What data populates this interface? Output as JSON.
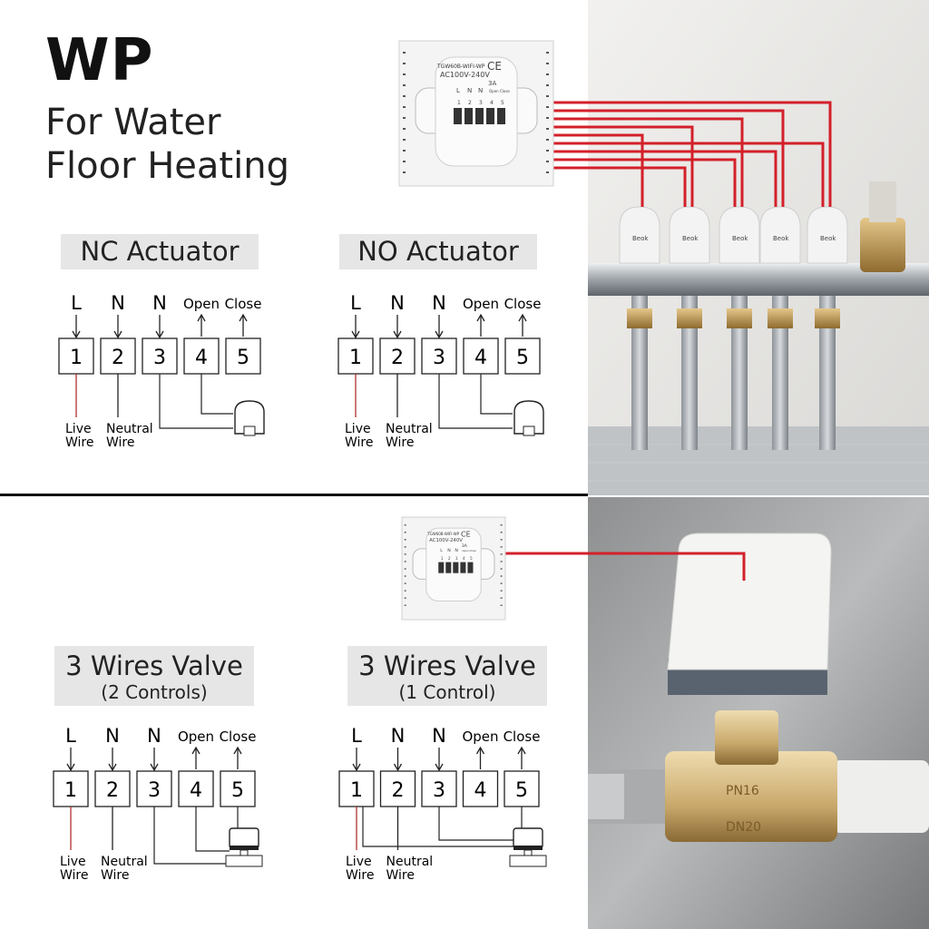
{
  "title": {
    "main": "WP",
    "line1": "For Water",
    "line2": "Floor Heating"
  },
  "thermostat": {
    "model": "TGW60B-WIFI-WP",
    "voltage": "AC100V-240V",
    "current": "3A",
    "terminal_marks": [
      "L",
      "N",
      "N",
      "Open",
      "Close"
    ],
    "terminal_numbers": [
      "1",
      "2",
      "3",
      "4",
      "5"
    ],
    "ce": "CE"
  },
  "actuator_brand": "Beok",
  "valve_marks": {
    "pressure": "PN16",
    "size": "DN20"
  },
  "diagrams": [
    {
      "title": "NC Actuator",
      "subtitle": "",
      "device": "actuator",
      "top_labels": [
        "L",
        "N",
        "N",
        "Open",
        "Close"
      ],
      "terminals": [
        "1",
        "2",
        "3",
        "4",
        "5"
      ],
      "bottom_labels": [
        [
          "Live",
          "Wire"
        ],
        [
          "Neutral",
          "Wire"
        ]
      ]
    },
    {
      "title": "NO Actuator",
      "subtitle": "",
      "device": "actuator",
      "top_labels": [
        "L",
        "N",
        "N",
        "Open",
        "Close"
      ],
      "terminals": [
        "1",
        "2",
        "3",
        "4",
        "5"
      ],
      "bottom_labels": [
        [
          "Live",
          "Wire"
        ],
        [
          "Neutral",
          "Wire"
        ]
      ]
    },
    {
      "title": "3 Wires Valve",
      "subtitle": "(2 Controls)",
      "device": "valve2",
      "top_labels": [
        "L",
        "N",
        "N",
        "Open",
        "Close"
      ],
      "terminals": [
        "1",
        "2",
        "3",
        "4",
        "5"
      ],
      "bottom_labels": [
        [
          "Live",
          "Wire"
        ],
        [
          "Neutral",
          "Wire"
        ]
      ]
    },
    {
      "title": "3 Wires Valve",
      "subtitle": "(1 Control)",
      "device": "valve1",
      "top_labels": [
        "L",
        "N",
        "N",
        "Open",
        "Close"
      ],
      "terminals": [
        "1",
        "2",
        "3",
        "4",
        "5"
      ],
      "bottom_labels": [
        [
          "Live",
          "Wire"
        ],
        [
          "Neutral",
          "Wire"
        ]
      ]
    }
  ],
  "colors": {
    "wire_red": "#d3202a",
    "live_wire": "#b03030",
    "header_bg": "#e6e6e6"
  }
}
